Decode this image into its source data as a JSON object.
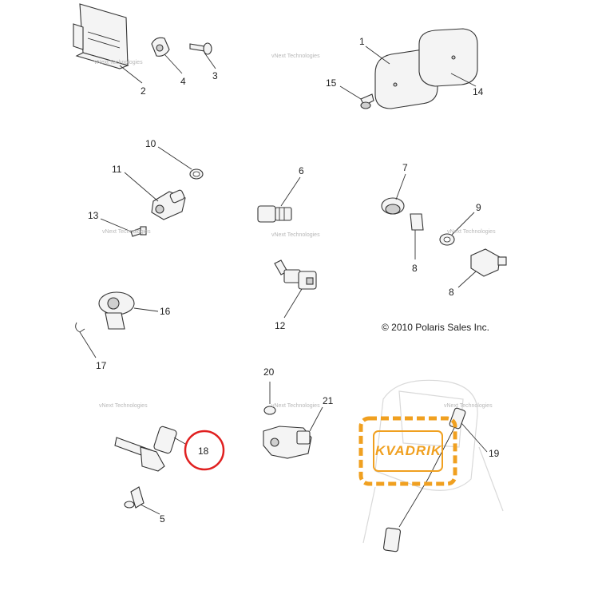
{
  "callouts": {
    "c1": "1",
    "c2": "2",
    "c3": "3",
    "c4": "4",
    "c5": "5",
    "c6": "6",
    "c7": "7",
    "c8a": "8",
    "c8b": "8",
    "c9": "9",
    "c10": "10",
    "c11": "11",
    "c12": "12",
    "c13": "13",
    "c14": "14",
    "c15": "15",
    "c16": "16",
    "c17": "17",
    "c18": "18",
    "c19": "19",
    "c20": "20",
    "c21": "21"
  },
  "copyright": "© 2010 Polaris Sales Inc.",
  "watermark": "vNext Technologies",
  "logo": "KVADRIK",
  "colors": {
    "highlight": "#e02020",
    "logo": "#f0a020"
  }
}
